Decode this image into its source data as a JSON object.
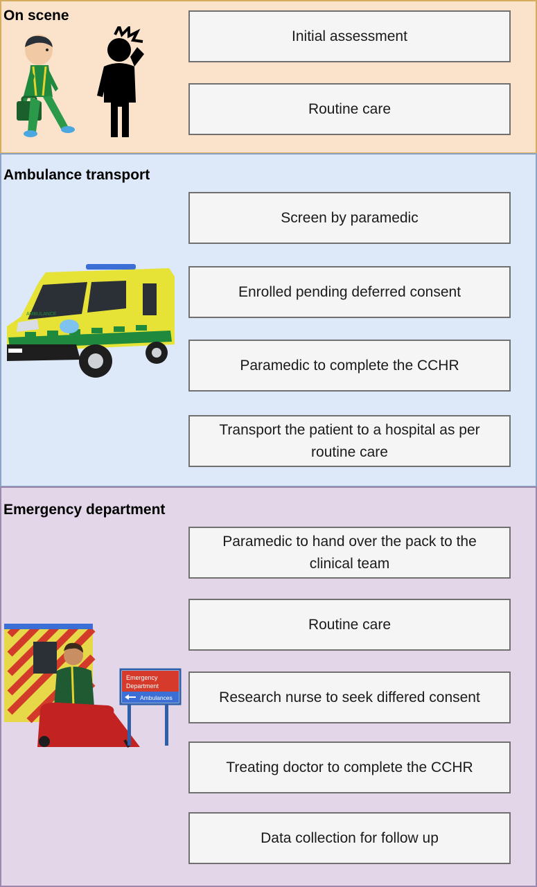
{
  "sections": {
    "on_scene": {
      "title": "On scene",
      "steps": [
        "Initial assessment",
        "Routine care"
      ]
    },
    "ambulance": {
      "title": "Ambulance transport",
      "steps": [
        "Screen by paramedic",
        "Enrolled pending deferred consent",
        "Paramedic to complete the CCHR",
        "Transport the patient to a hospital as per routine care"
      ],
      "vehicle_text": "AMBULANCE"
    },
    "emergency": {
      "title": "Emergency department",
      "steps": [
        "Paramedic to hand over the pack to the clinical team",
        "Routine care",
        "Research nurse to seek differed consent",
        "Treating doctor to complete the CCHR",
        "Data collection for follow up"
      ],
      "sign": {
        "line1": "Emergency",
        "line2": "Department",
        "line3": "Ambulances"
      }
    }
  },
  "colors": {
    "on_scene_bg": "#fbe3cb",
    "ambulance_bg": "#dde8f8",
    "emergency_bg": "#e2d6e8",
    "box_bg": "#f5f5f5",
    "box_border": "#707070"
  }
}
